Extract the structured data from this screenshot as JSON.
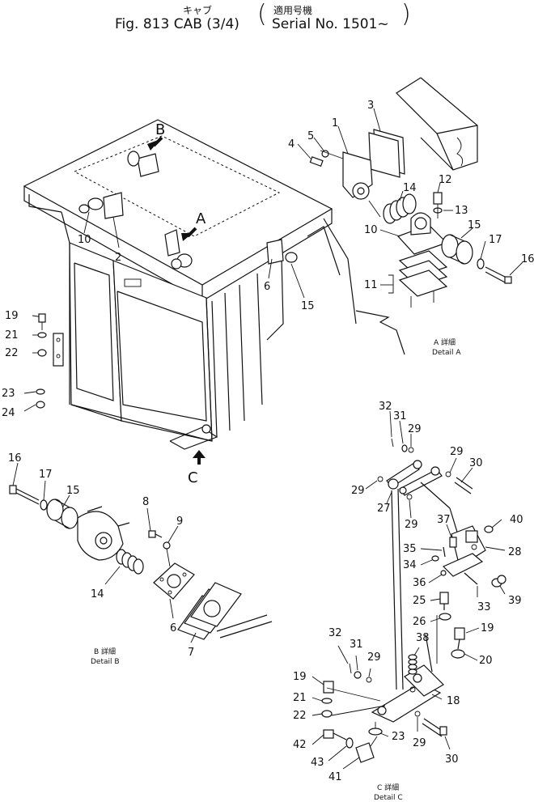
{
  "header": {
    "title_jp": "キャブ",
    "title": "Fig. 813 CAB (3/4)",
    "serial_jp": "適用号機",
    "serial": "Serial No. 1501~"
  },
  "views": {
    "view_b": "B",
    "view_a": "A",
    "view_c": "C"
  },
  "details": {
    "a_jp": "A 詳細",
    "a": "Detail A",
    "b_jp": "B 詳細",
    "b": "Detail B",
    "c_jp": "C 詳細",
    "c": "Detail C"
  },
  "callouts": {
    "main": [
      "10",
      "2",
      "6",
      "15",
      "19",
      "21",
      "22",
      "23",
      "24"
    ],
    "detail_a": [
      "1",
      "3",
      "5",
      "4",
      "14",
      "12",
      "13",
      "10",
      "15",
      "17",
      "16",
      "11"
    ],
    "detail_b": [
      "16",
      "17",
      "15",
      "14",
      "8",
      "9",
      "6",
      "7"
    ],
    "detail_c": [
      "32",
      "31",
      "29",
      "29",
      "30",
      "29",
      "27",
      "29",
      "37",
      "40",
      "28",
      "35",
      "34",
      "36",
      "33",
      "39",
      "25",
      "26",
      "19",
      "20",
      "32",
      "31",
      "29",
      "38",
      "19",
      "21",
      "22",
      "18",
      "23",
      "29",
      "42",
      "43",
      "41",
      "30"
    ]
  }
}
